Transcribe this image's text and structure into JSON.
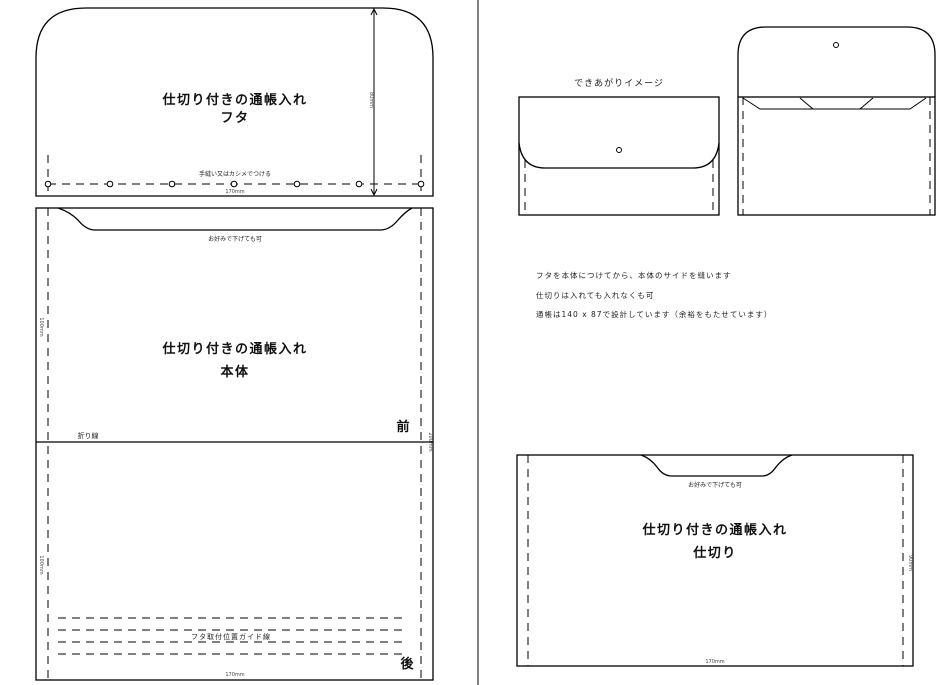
{
  "flap_piece": {
    "title": "仕切り付きの通帳入れ",
    "subtitle": "フタ",
    "note": "手縫い又はカシメでつける",
    "width_label": "170mm",
    "height_label": "80mm"
  },
  "body_piece": {
    "title": "仕切り付きの通帳入れ",
    "subtitle": "本体",
    "notch_note": "お好みで下げても可",
    "fold_label": "折り線",
    "front_label": "前",
    "back_label": "後",
    "guide_label": "フタ取付位置ガイド線",
    "width_label": "170mm",
    "upper_height_label": "100mm",
    "lower_height_label": "100mm",
    "total_height_label": "200mm"
  },
  "finished_image": {
    "label": "できあがりイメージ"
  },
  "notes": [
    "フタを本体につけてから、本体のサイドを縫います",
    "仕切りは入れても入れなくも可",
    "通帳は140 x 87で設計しています（余裕をもたせています）"
  ],
  "partition_piece": {
    "title": "仕切り付きの通帳入れ",
    "subtitle": "仕切り",
    "notch_note": "お好みで下げても可",
    "width_label": "170mm",
    "height_label": "90mm"
  }
}
